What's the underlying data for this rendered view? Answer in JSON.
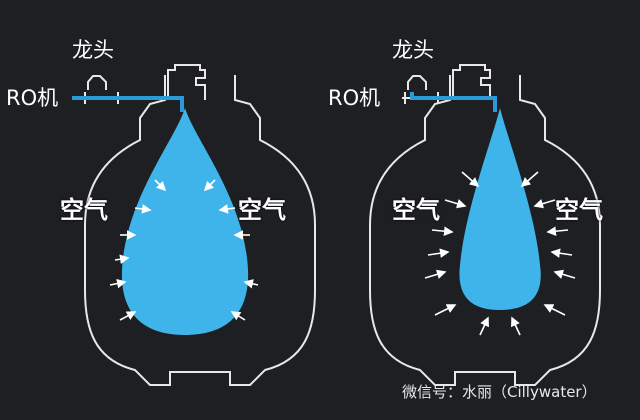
{
  "diagrams": [
    {
      "faucet_label": "龙头",
      "ro_label": "RO机",
      "air_left": "空气",
      "air_right": "空气"
    },
    {
      "faucet_label": "龙头",
      "ro_label": "RO机",
      "air_left": "空气",
      "air_right": "空气"
    }
  ],
  "watermark": "微信号：水丽（Cillywater）",
  "colors": {
    "background": "#1d1f22",
    "outline": "#e8e8e8",
    "water": "#3fb4ea",
    "pipe": "#2a9ad8",
    "arrow": "#ffffff"
  }
}
